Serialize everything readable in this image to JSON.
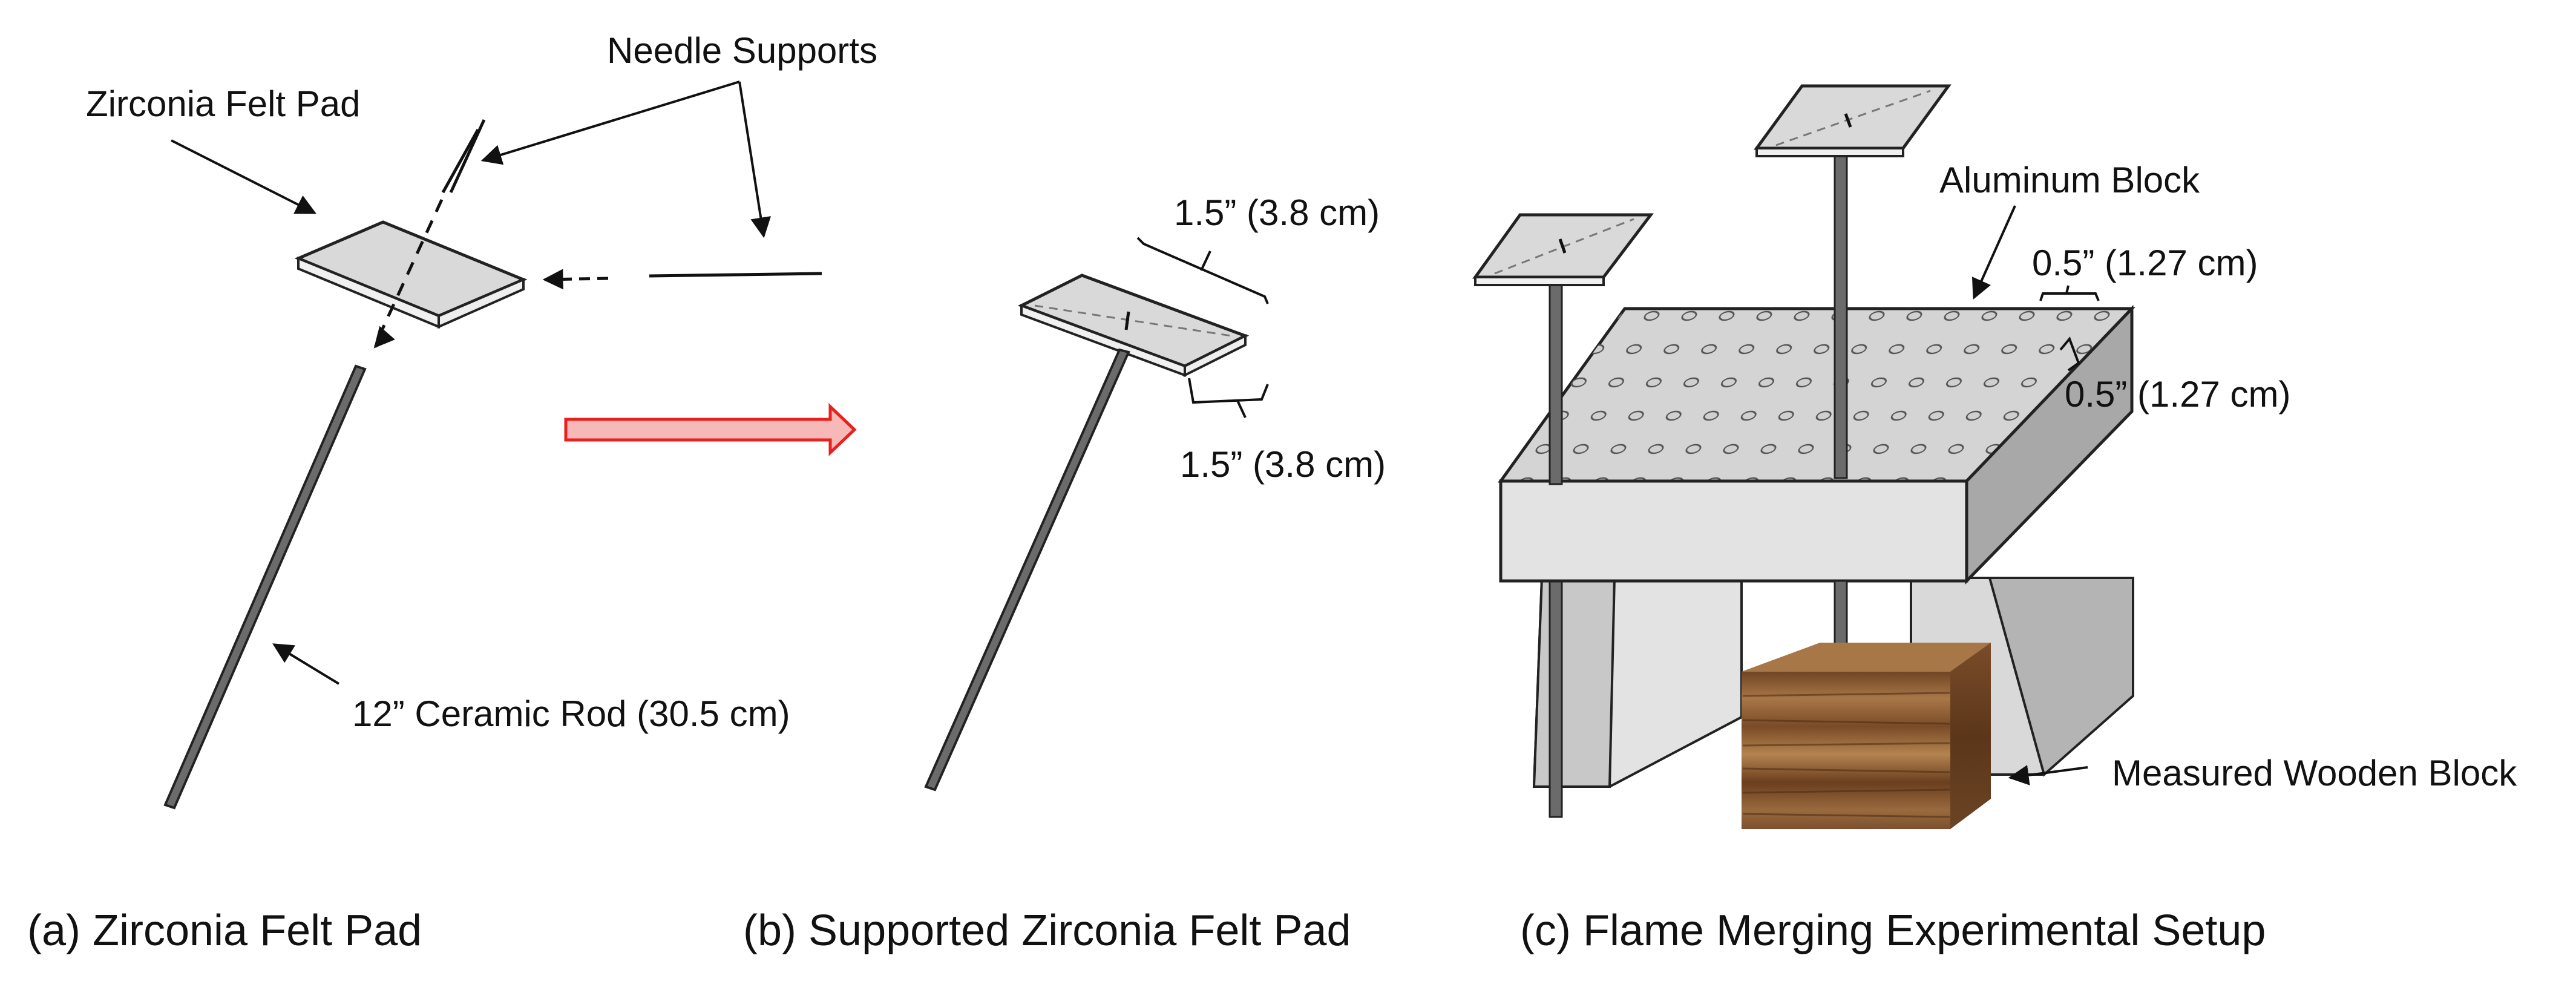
{
  "panels": {
    "a": {
      "caption": "(a) Zirconia Felt Pad",
      "labels": {
        "felt_pad": "Zirconia Felt Pad",
        "needle_supports": "Needle Supports",
        "rod": "12” Ceramic Rod (30.5 cm)"
      }
    },
    "b": {
      "caption": "(b) Supported Zirconia Felt Pad",
      "labels": {
        "dim_top": "1.5” (3.8 cm)",
        "dim_bottom": "1.5” (3.8 cm)"
      }
    },
    "c": {
      "caption": "(c) Flame Merging Experimental Setup",
      "labels": {
        "aluminum_block": "Aluminum Block",
        "spacing_x": "0.5” (1.27 cm)",
        "spacing_y": "0.5” (1.27 cm)",
        "wooden_block": "Measured Wooden Block"
      }
    }
  },
  "colors": {
    "pad_fill": "#d9d9d9",
    "rod_fill": "#6b6b6b",
    "arrow_red": "#e8201e",
    "arrow_red_fill": "#f7b8b8",
    "block_top": "#d4d4d4",
    "block_front": "#e3e3e3",
    "block_side": "#a8a8a8",
    "wood_front": "#8a5a32",
    "wood_dark": "#5e3a1c",
    "wood_light": "#b9875a"
  }
}
